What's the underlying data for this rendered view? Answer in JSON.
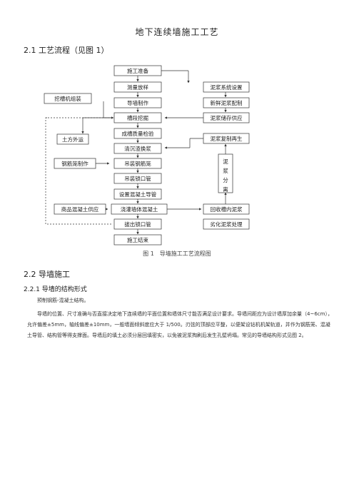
{
  "document": {
    "title": "地下连续墙施工工艺",
    "sec_2_1": "2.1 工艺流程（见图 1）",
    "figure_caption": "图 1　导墙施工工艺流程图",
    "sec_2_2": "2.2 导墙施工",
    "sec_2_2_1": "2.2.1 导墙的结构形式",
    "para_1": "预制钢筋-混凝土结构。",
    "para_2": "导墙的位置、尺寸准确与否直接决定地下连续墙的平面位置和墙体尺寸能否满足设计要求。导墙间距应为设计墙厚加余量（4~6cm），允许偏差±5mm，轴线偏差±10mm，一般墙面倾斜度应大于 1/500。刃弦的顶部应平整，以便架设钻机机架轨道，并作为钢筋笼、混凝土导管、结构管等得支撑面。导墙后的填土必须分层回填密实，以免被泥浆掏刷后发生孔壁坍塌。常见的导墙结构形式见图 2。"
  },
  "flowchart": {
    "main": [
      "施工准备",
      "测量放样",
      "导墙制作",
      "槽段挖掘",
      "成槽质量检验",
      "清沉渣换浆",
      "吊装钢筋笼",
      "吊装锁口管",
      "设置混凝土导管",
      "浇灌墙体混凝土",
      "拔出锁口管",
      "施工结束"
    ],
    "left": [
      "挖槽机组装",
      "土方外运",
      "钢筋笼制作",
      "商品混凝土供应"
    ],
    "right": [
      "泥浆系统设置",
      "新鲜泥浆配制",
      "泥浆储存供应",
      "泥浆复制再生",
      "回收槽内泥浆",
      "劣化泥浆处理"
    ],
    "separation": [
      "泥",
      "浆",
      "分",
      "离"
    ]
  }
}
